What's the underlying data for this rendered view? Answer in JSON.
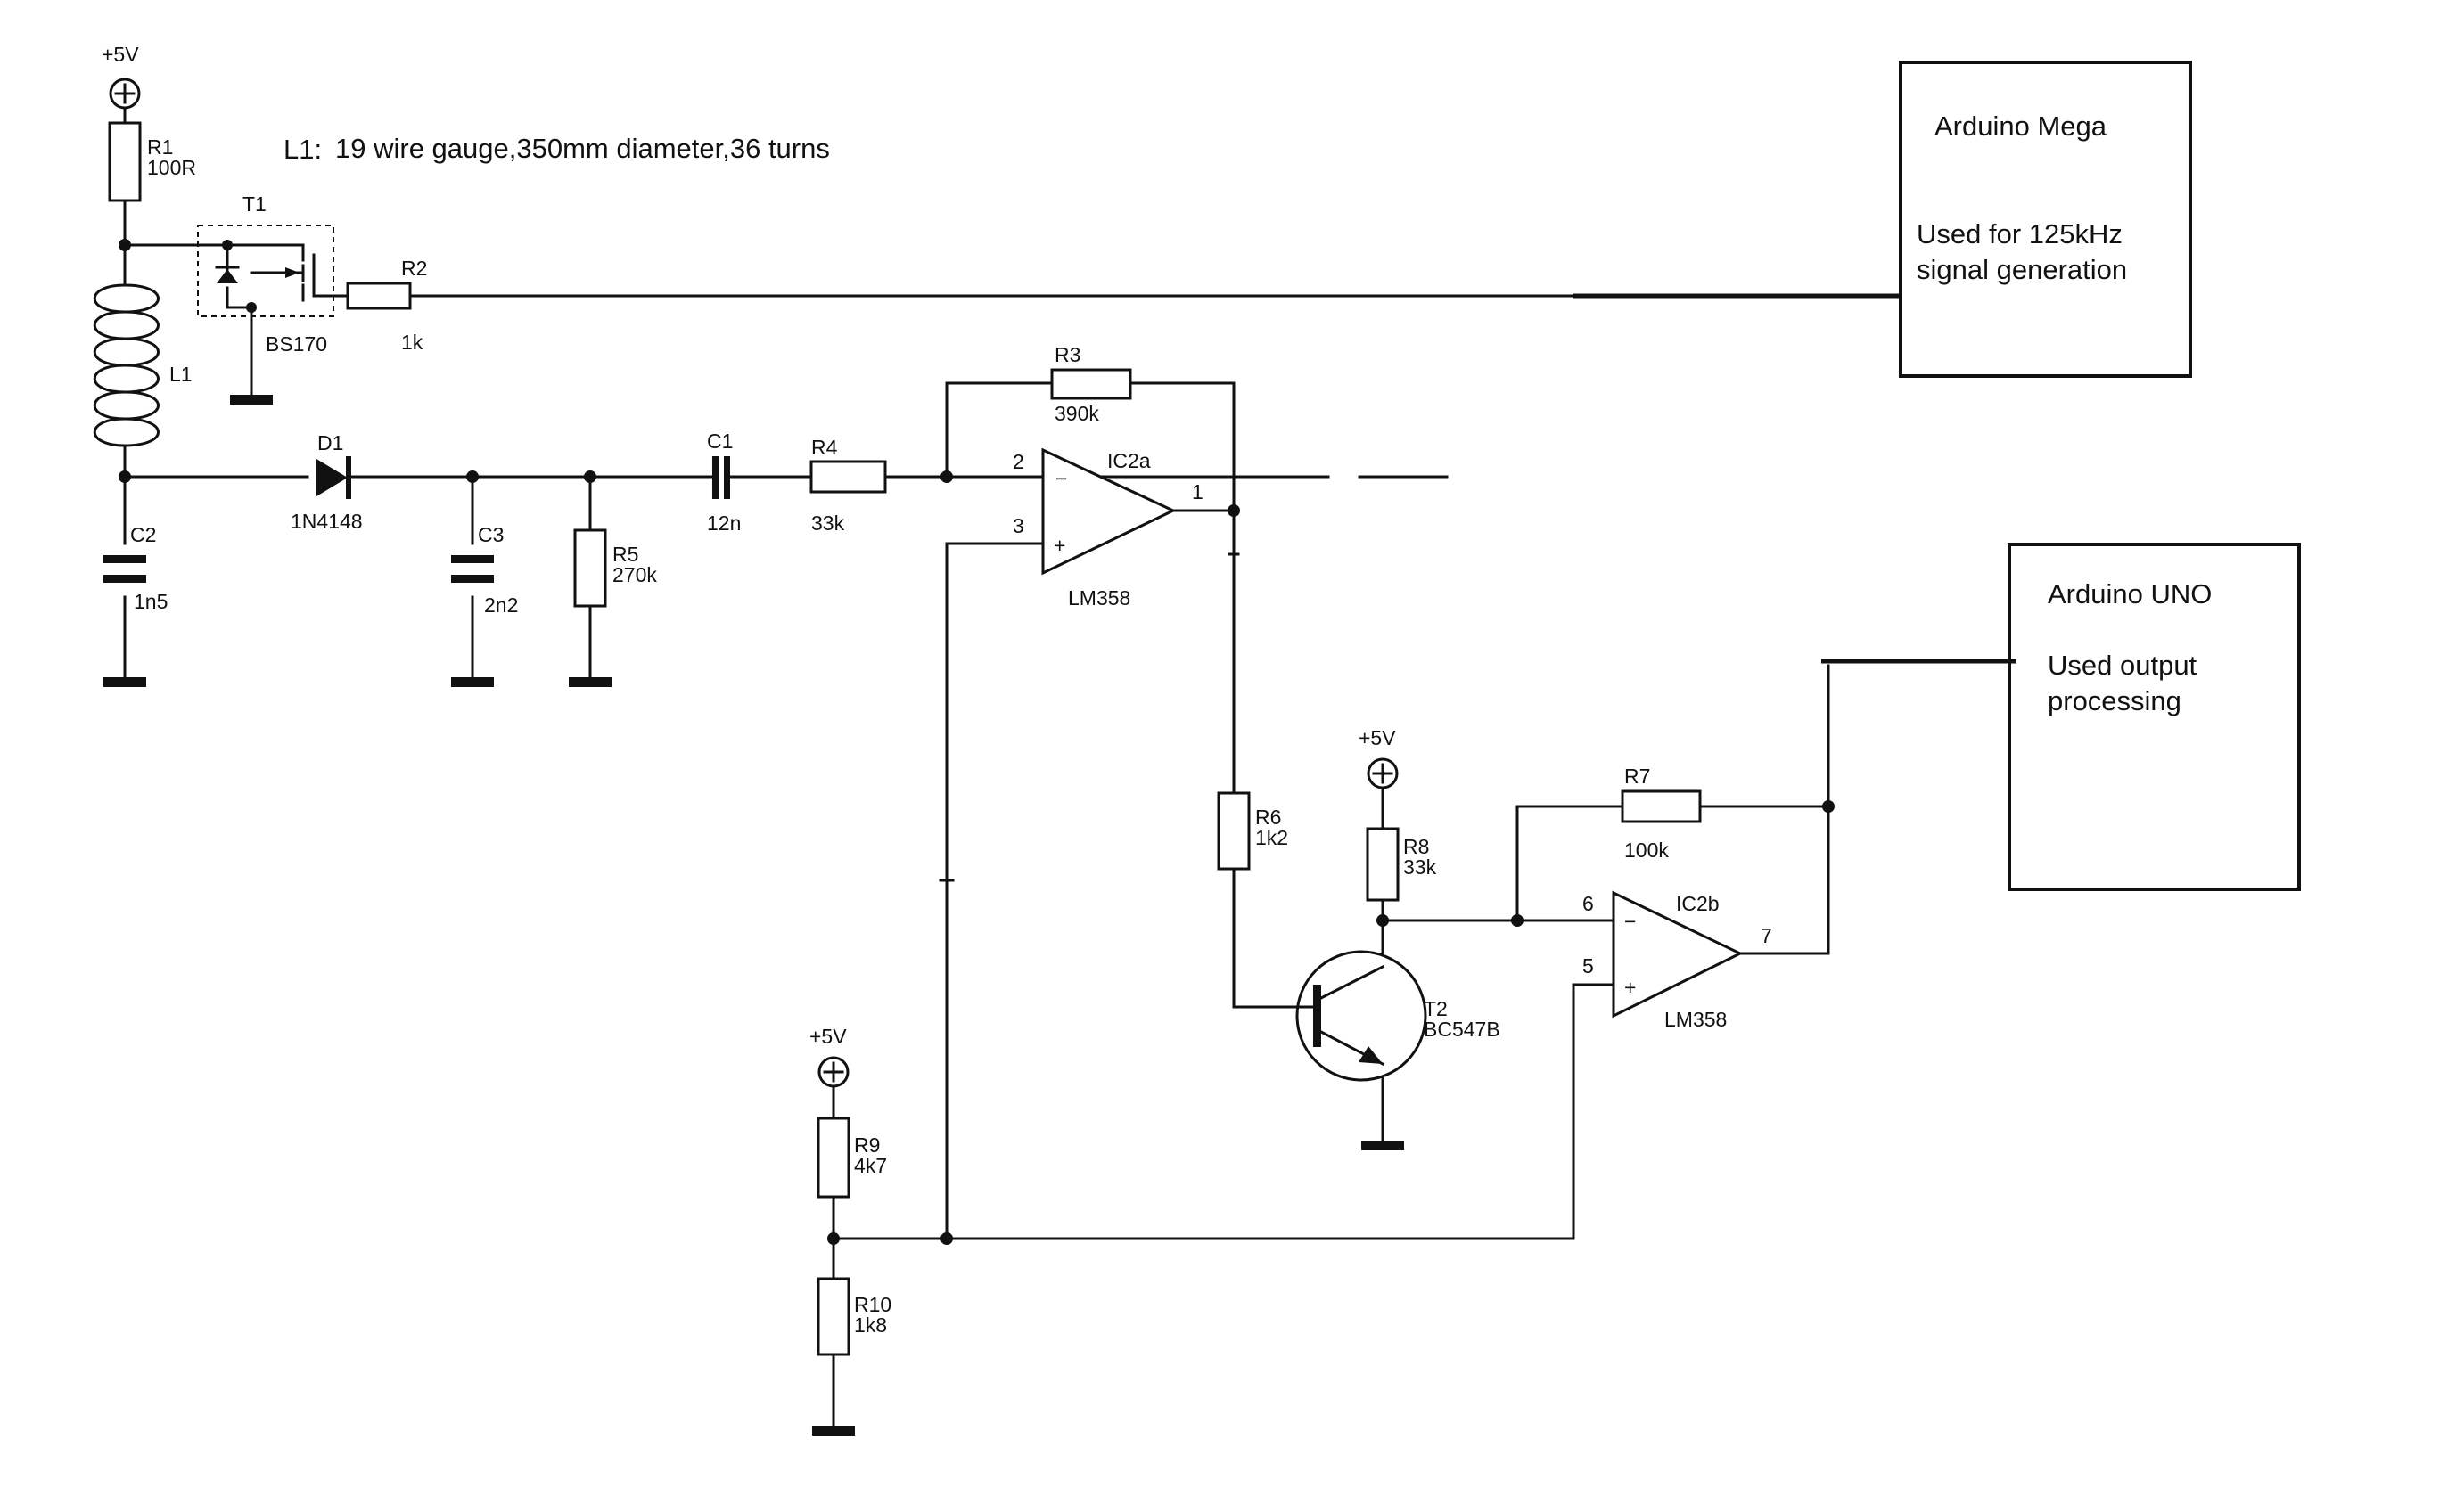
{
  "note": {
    "prefix": "L1:",
    "text": "19 wire gauge,350mm diameter,36 turns"
  },
  "supplies": [
    "+5V",
    "+5V",
    "+5V"
  ],
  "boxes": {
    "mega": {
      "title": "Arduino Mega",
      "line1": "Used for 125kHz",
      "line2": "signal generation"
    },
    "uno": {
      "title": "Arduino UNO",
      "line1": "Used output",
      "line2": "processing"
    }
  },
  "components": {
    "R1": {
      "ref": "R1",
      "value": "100R"
    },
    "R2": {
      "ref": "R2",
      "value": "1k"
    },
    "R3": {
      "ref": "R3",
      "value": "390k"
    },
    "R4": {
      "ref": "R4",
      "value": "33k"
    },
    "R5": {
      "ref": "R5",
      "value": "270k"
    },
    "R6": {
      "ref": "R6",
      "value": "1k2"
    },
    "R7": {
      "ref": "R7",
      "value": "100k"
    },
    "R8": {
      "ref": "R8",
      "value": "33k"
    },
    "R9": {
      "ref": "R9",
      "value": "4k7"
    },
    "R10": {
      "ref": "R10",
      "value": "1k8"
    },
    "C1": {
      "ref": "C1",
      "value": "12n"
    },
    "C2": {
      "ref": "C2",
      "value": "1n5"
    },
    "C3": {
      "ref": "C3",
      "value": "2n2"
    },
    "D1": {
      "ref": "D1",
      "value": "1N4148"
    },
    "L1": {
      "ref": "L1"
    },
    "T1": {
      "ref": "T1",
      "value": "BS170"
    },
    "T2": {
      "ref": "T2",
      "value": "BC547B"
    },
    "IC2a": {
      "ref": "IC2a",
      "value": "LM358",
      "pin_out": "1",
      "pin_inv": "2",
      "pin_noninv": "3",
      "minus": "−",
      "plus": "+"
    },
    "IC2b": {
      "ref": "IC2b",
      "value": "LM358",
      "pin_out": "7",
      "pin_inv": "6",
      "pin_noninv": "5",
      "minus": "−",
      "plus": "+"
    }
  }
}
